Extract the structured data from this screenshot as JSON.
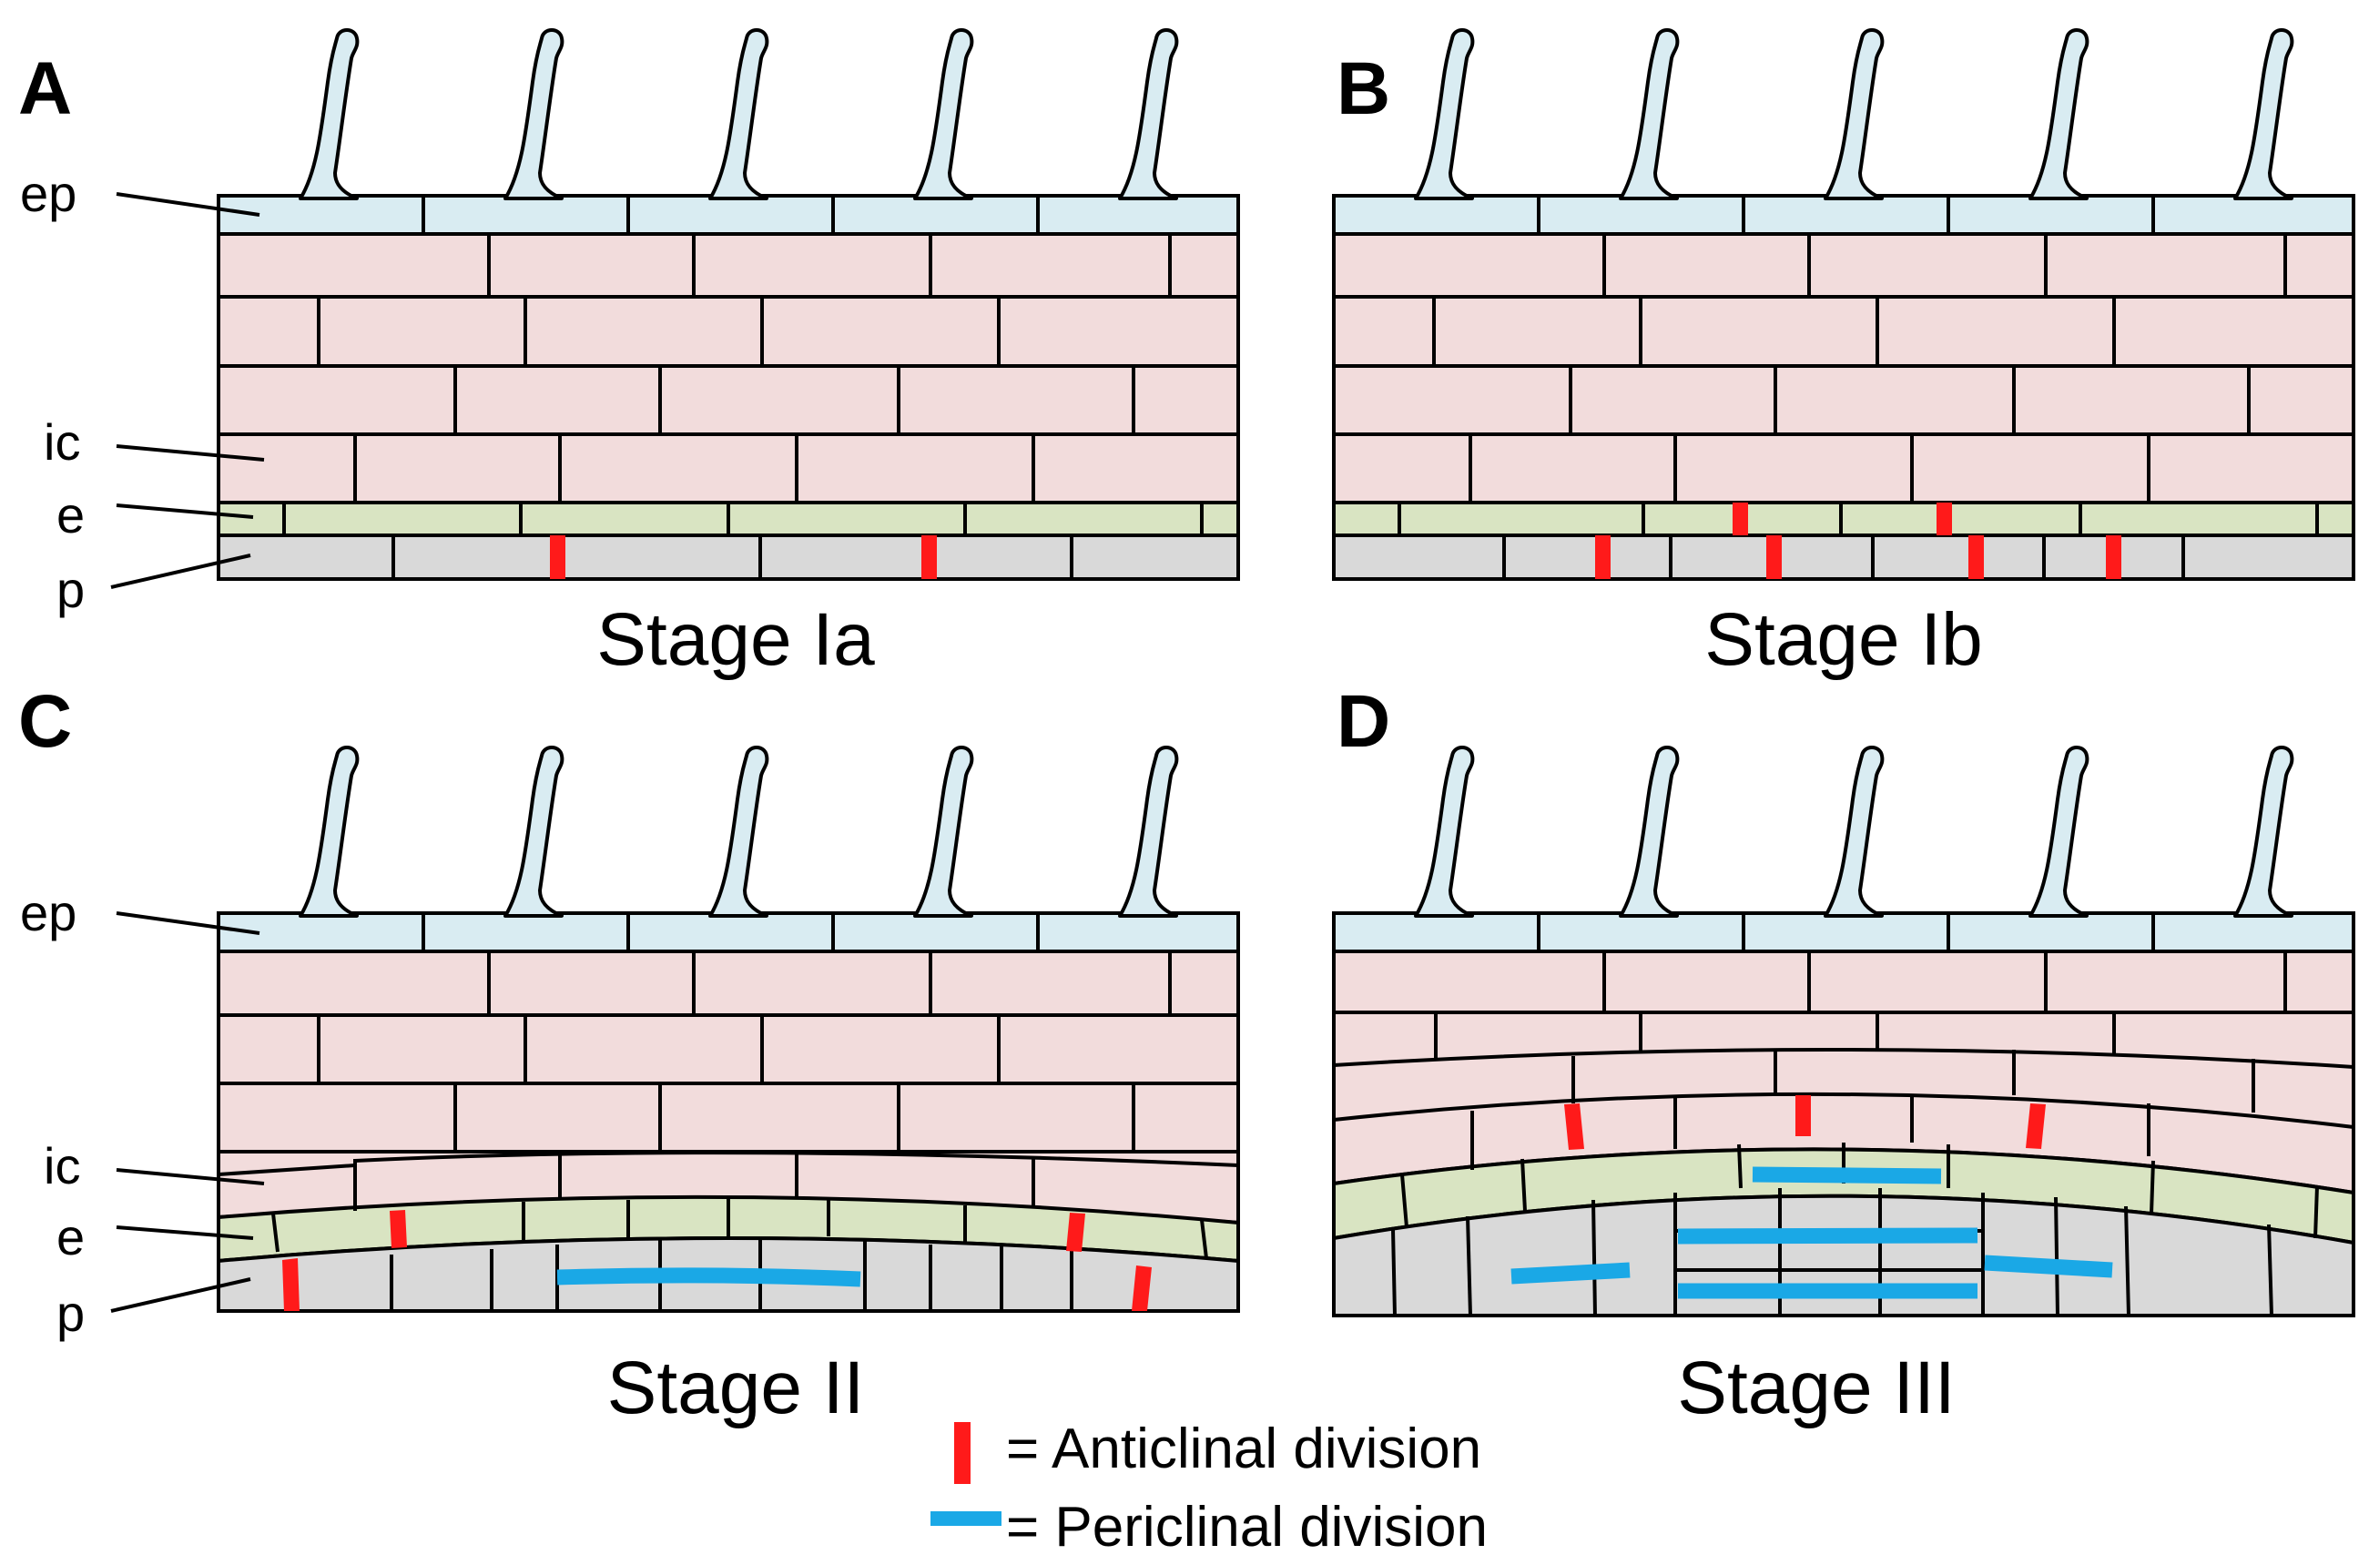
{
  "panels": [
    {
      "letter": "A",
      "stage": "Stage Ia",
      "labels": [
        "ep",
        "ic",
        "e",
        "p"
      ]
    },
    {
      "letter": "B",
      "stage": "Stage Ib",
      "labels": []
    },
    {
      "letter": "C",
      "stage": "Stage II",
      "labels": [
        "ep",
        "ic",
        "e",
        "p"
      ]
    },
    {
      "letter": "D",
      "stage": "Stage III",
      "labels": []
    }
  ],
  "legend": {
    "anticlinal": "= Anticlinal division",
    "periclinal": "= Periclinal division"
  },
  "colors": {
    "epidermis": "#d9ecf2",
    "inner_cortex": "#f2dcdc",
    "endodermis": "#d9e4c2",
    "pericycle": "#d9d9d9",
    "anticlinal": "#ff1a1a",
    "periclinal": "#1aa8e6"
  }
}
